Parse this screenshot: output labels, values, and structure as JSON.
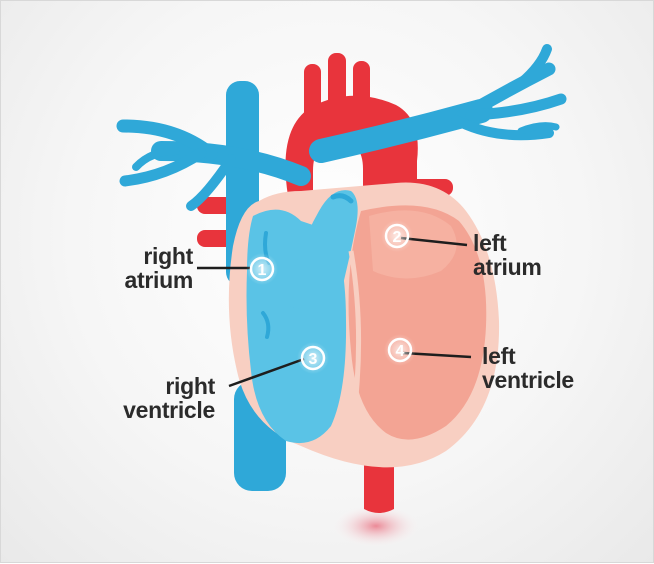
{
  "labels": {
    "right_atrium": {
      "line1": "right",
      "line2": "atrium",
      "number": "1"
    },
    "left_atrium": {
      "line1": "left",
      "line2": "atrium",
      "number": "2"
    },
    "right_ventricle": {
      "line1": "right",
      "line2": "ventricle",
      "number": "3"
    },
    "left_ventricle": {
      "line1": "left",
      "line2": "ventricle",
      "number": "4"
    }
  },
  "colors": {
    "deoxygenated_vessels": "#2fa8d8",
    "oxygenated_vessels": "#e8343c",
    "right_chambers": "#5ac3e6",
    "left_chambers": "#f3a494",
    "heart_wall": "#f8cfc2",
    "label_text": "#2b2b2b"
  }
}
